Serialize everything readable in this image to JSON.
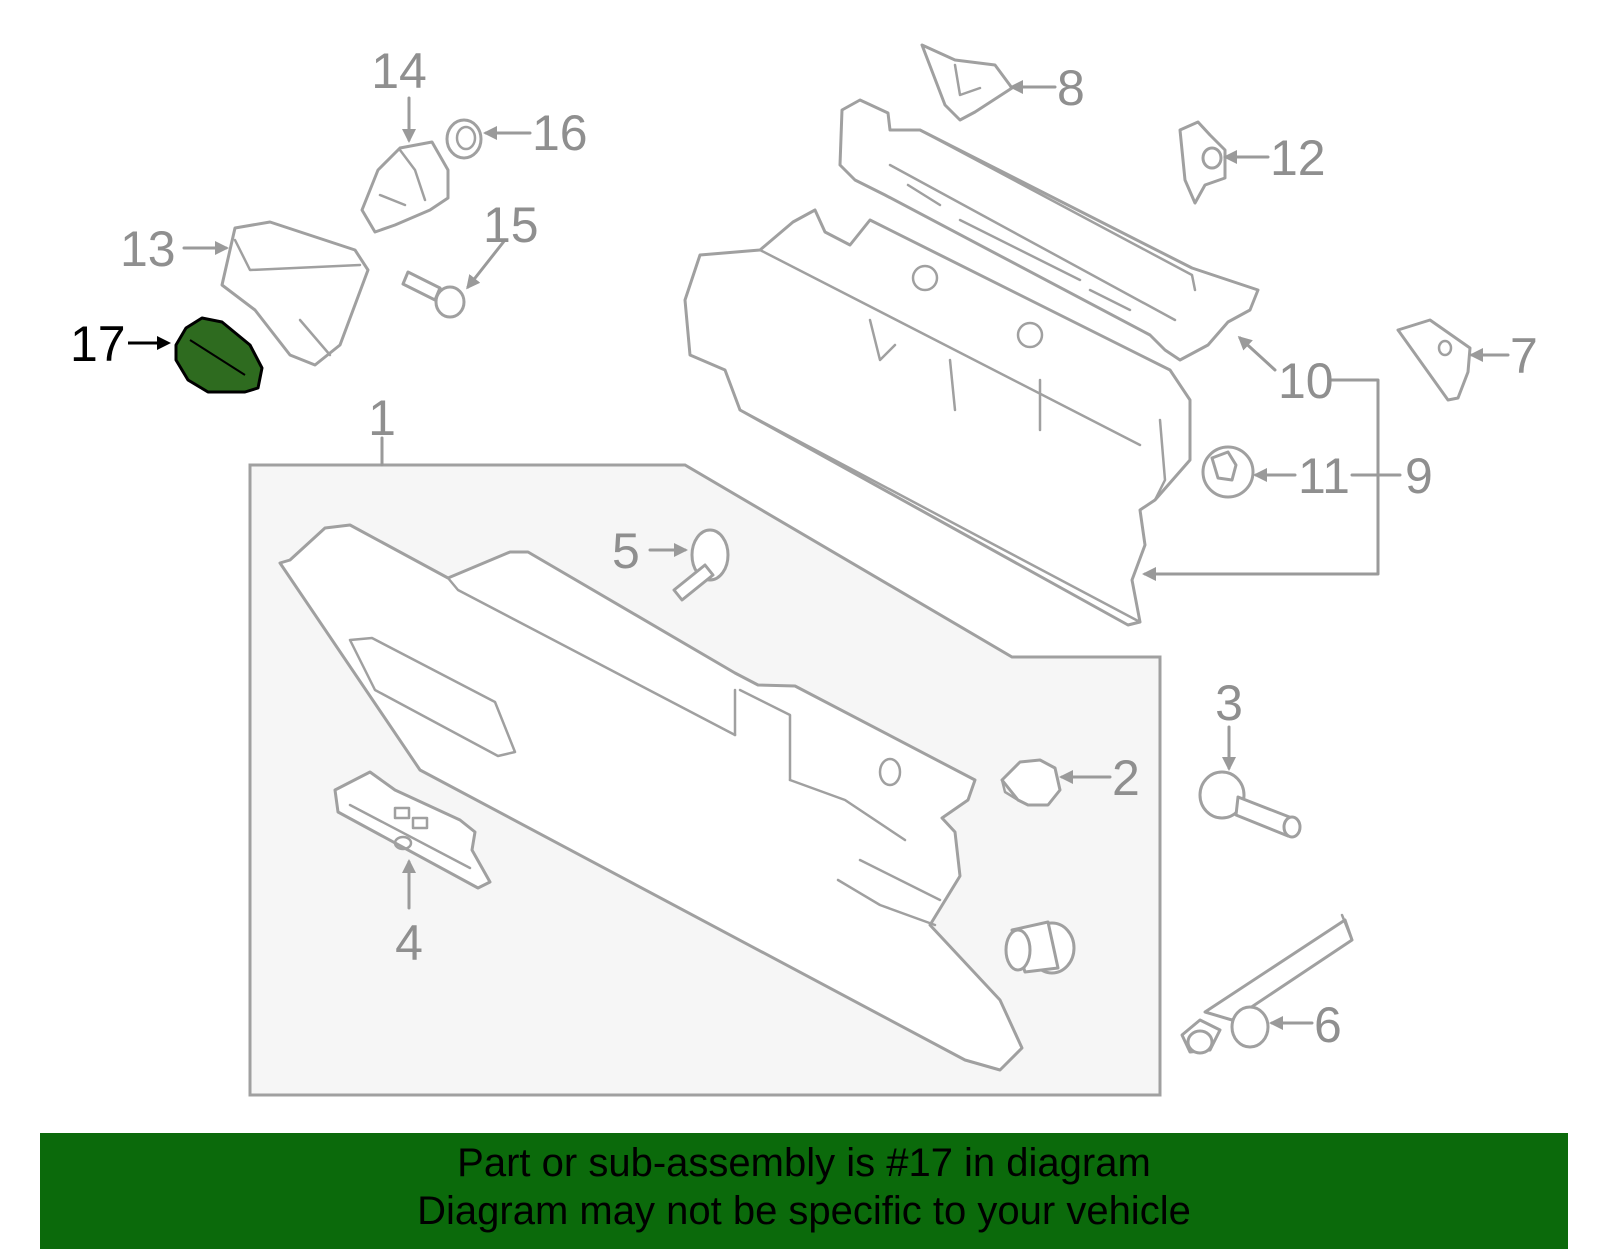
{
  "callouts": {
    "c1": "1",
    "c2": "2",
    "c3": "3",
    "c4": "4",
    "c5": "5",
    "c6": "6",
    "c7": "7",
    "c8": "8",
    "c9": "9",
    "c10": "10",
    "c11": "11",
    "c12": "12",
    "c13": "13",
    "c14": "14",
    "c15": "15",
    "c16": "16",
    "c17": "17"
  },
  "highlighted_part": "17",
  "colors": {
    "banner": "#0b6a0b",
    "highlight": "#2e6b1f",
    "line": "#a0a0a0",
    "assembly_fill": "#f6f6f6"
  },
  "banner": {
    "line1": "Part or sub-assembly is #17 in diagram",
    "line2": "Diagram may not be specific to your vehicle"
  }
}
